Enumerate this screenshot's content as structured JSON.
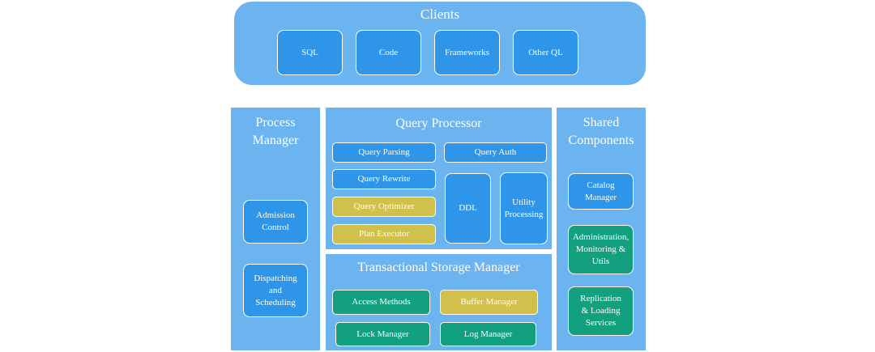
{
  "clients": {
    "title": "Clients",
    "items": [
      "SQL",
      "Code",
      "Frameworks",
      "Other QL"
    ]
  },
  "process_manager": {
    "title_line1": "Process",
    "title_line2": "Manager",
    "admission_line1": "Admission",
    "admission_line2": "Control",
    "dispatch_line1": "Dispatching",
    "dispatch_line2": "and",
    "dispatch_line3": "Scheduling"
  },
  "query_processor": {
    "title": "Query Processor",
    "parsing": "Query Parsing",
    "auth": "Query Auth",
    "rewrite": "Query Rewrite",
    "optimizer": "Query Optimizer",
    "executor": "Plan Executor",
    "ddl": "DDL",
    "utility_line1": "Utility",
    "utility_line2": "Processing"
  },
  "storage_manager": {
    "title": "Transactional Storage Manager",
    "access": "Access Methods",
    "buffer": "Buffer Manager",
    "lock": "Lock Manager",
    "log": "Log Manager"
  },
  "shared": {
    "title_line1": "Shared",
    "title_line2": "Components",
    "catalog_line1": "Catalog",
    "catalog_line2": "Manager",
    "admin_line1": "Administration,",
    "admin_line2": "Monitoring &",
    "admin_line3": "Utils",
    "replication_line1": "Replication",
    "replication_line2": "& Loading",
    "replication_line3": "Services"
  },
  "colors": {
    "panel": "#6cb4ef",
    "box_blue": "#2e95e8",
    "box_yellow": "#d2c04c",
    "box_green": "#13a07f"
  }
}
